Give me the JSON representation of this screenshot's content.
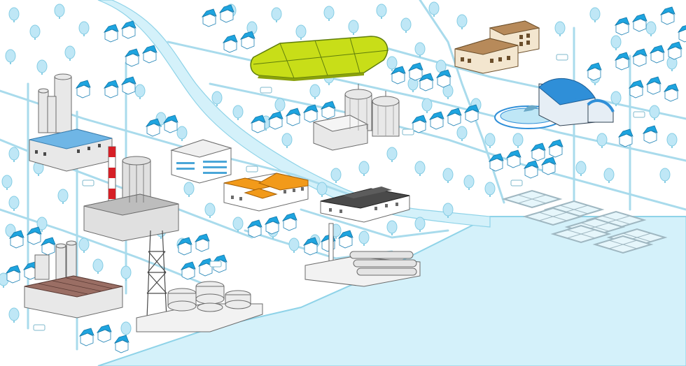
{
  "palette": {
    "sea": "#d4f1fa",
    "sea_edge": "#8fd3e8",
    "land": "#ffffff",
    "road": "#a9dbec",
    "tree": "#bfe7f6",
    "tree_edge": "#86cde4",
    "house_roof": "#1ea4df",
    "house_wall": "#ffffff",
    "factory_wall": "#e8e8e8",
    "factory_edge": "#6b6b6b",
    "field": "#c8de18",
    "field_edge": "#5f7d0c",
    "orange_roof": "#f29a1a",
    "dark_roof": "#4a4a4a",
    "brown_roof": "#9a6e64",
    "school_roof": "#b78a5a",
    "aquarium_roof": "#2f8fd8",
    "chimney_red": "#d61f26"
  },
  "buildings": [
    {
      "id": "factory-northwest",
      "icon": "factory-icon"
    },
    {
      "id": "power-plant",
      "icon": "chimney-icon"
    },
    {
      "id": "office-building",
      "icon": "office-icon"
    },
    {
      "id": "orange-roof-factory",
      "icon": "warehouse-icon"
    },
    {
      "id": "dark-roof-warehouse",
      "icon": "warehouse-icon"
    },
    {
      "id": "silo-plant",
      "icon": "silo-icon"
    },
    {
      "id": "school",
      "icon": "school-icon"
    },
    {
      "id": "aquarium",
      "icon": "dolphin-icon"
    },
    {
      "id": "brown-roof-factory",
      "icon": "factory-icon"
    },
    {
      "id": "tank-yard",
      "icon": "tank-icon"
    },
    {
      "id": "pipeline-plant",
      "icon": "pipe-icon"
    },
    {
      "id": "farm-field",
      "icon": "field-icon"
    },
    {
      "id": "fish-farm",
      "icon": "net-pen-icon"
    }
  ]
}
